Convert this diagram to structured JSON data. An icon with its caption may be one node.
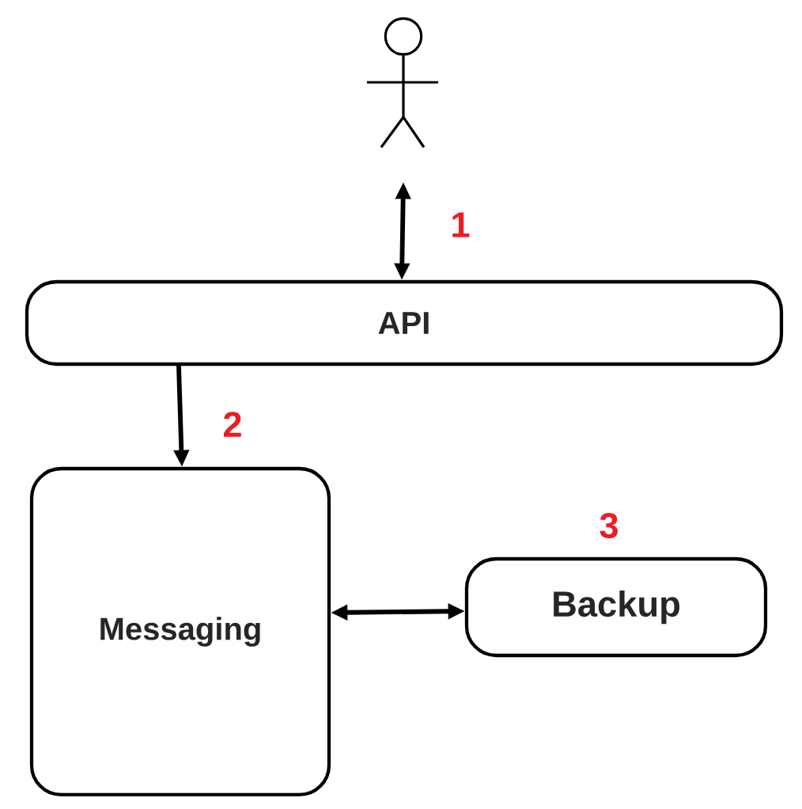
{
  "diagram": {
    "nodes": [
      {
        "text": [],
        "shape": "person"
      },
      {
        "text": [
          "API"
        ]
      },
      {
        "text": [
          "Messaging"
        ]
      },
      {
        "text": [
          "Backup"
        ]
      }
    ],
    "edges": [
      {
        "from": 0,
        "to": 1,
        "arrow": "both"
      },
      {
        "from": 1,
        "to": 2,
        "arrow": "to"
      },
      {
        "from": 2,
        "to": 3,
        "arrow": "both"
      }
    ],
    "labels": [
      "1",
      "2",
      "3"
    ]
  }
}
